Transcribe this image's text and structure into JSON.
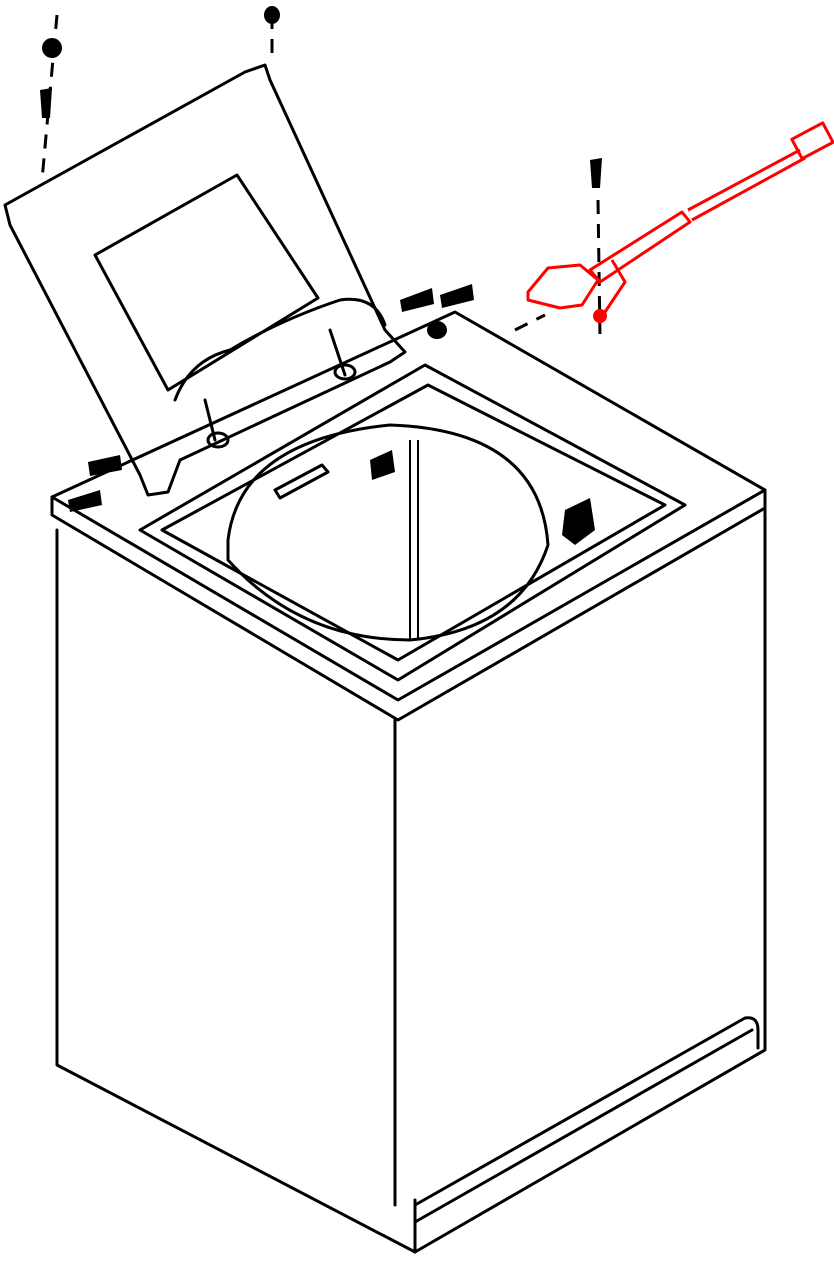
{
  "diagram": {
    "line_color": "#000000",
    "highlight_color": "#ff0000",
    "parts": [
      "cabinet",
      "lid",
      "tub-opening",
      "lid-switch-harness",
      "screws",
      "hinge-bumpers",
      "toe-kick-panel"
    ]
  }
}
